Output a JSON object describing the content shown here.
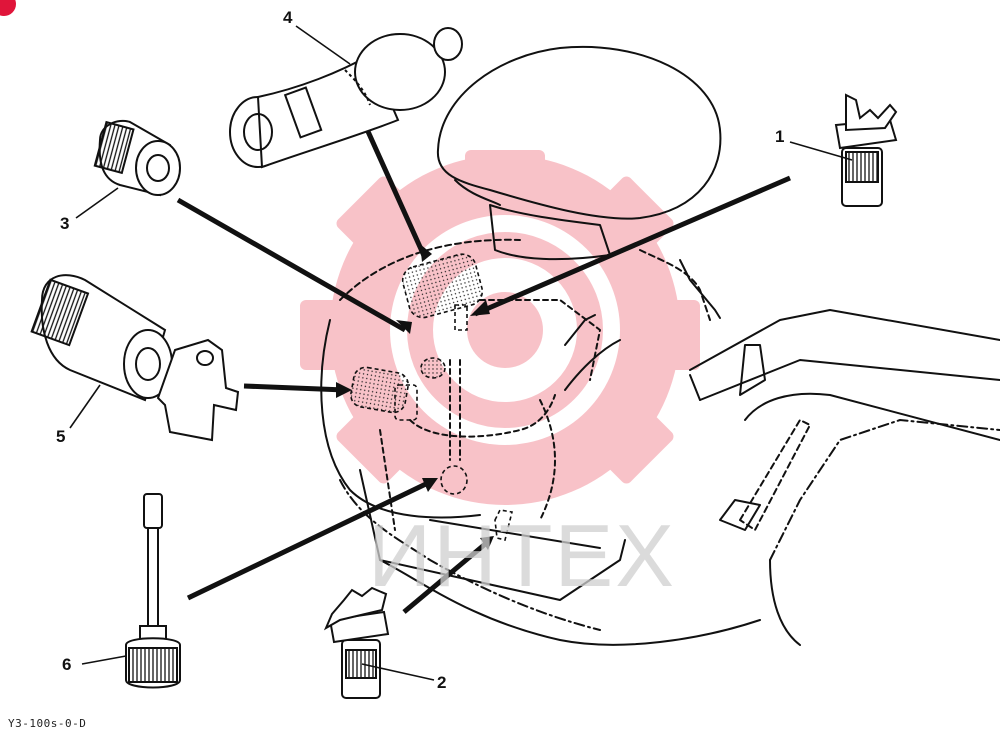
{
  "figure": {
    "code": "Y3-100s-0-D",
    "watermark": "ИНТЕХ",
    "watermark_color": "#e8283c",
    "line_color": "#111111"
  },
  "callouts": [
    {
      "id": "1",
      "label": "1",
      "part": "fuel-filter-top"
    },
    {
      "id": "2",
      "label": "2",
      "part": "fuel-filter-bottom"
    },
    {
      "id": "3",
      "label": "3",
      "part": "oil-filter-small"
    },
    {
      "id": "4",
      "label": "4",
      "part": "air-filter"
    },
    {
      "id": "5",
      "label": "5",
      "part": "oil-filter-large"
    },
    {
      "id": "6",
      "label": "6",
      "part": "suction-strainer"
    }
  ]
}
